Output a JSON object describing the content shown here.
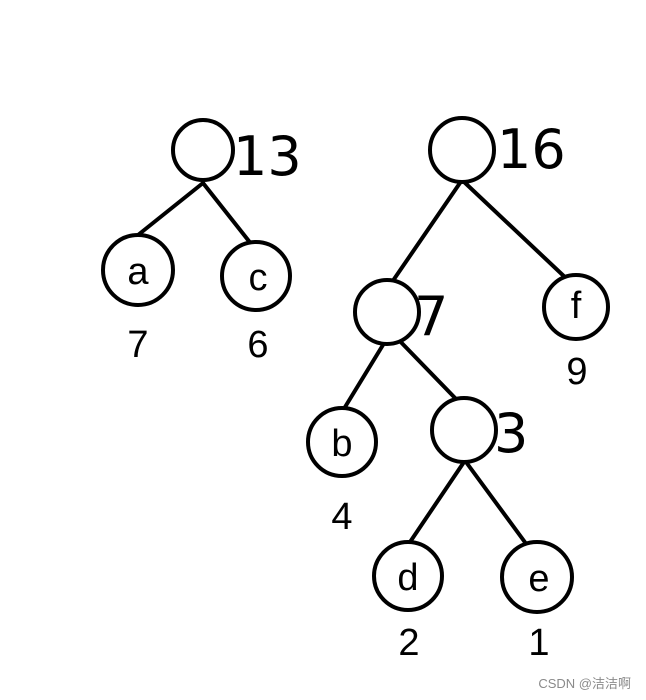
{
  "trees": [
    {
      "root_label": "13",
      "leaves": [
        {
          "letter": "a",
          "weight": "7"
        },
        {
          "letter": "c",
          "weight": "6"
        }
      ]
    },
    {
      "root_label": "16",
      "inner_7_label": "7",
      "inner_3_label": "3",
      "leaves": [
        {
          "letter": "f",
          "weight": "9"
        },
        {
          "letter": "b",
          "weight": "4"
        },
        {
          "letter": "d",
          "weight": "2"
        },
        {
          "letter": "e",
          "weight": "1"
        }
      ]
    }
  ],
  "watermark": "CSDN @洁洁啊"
}
